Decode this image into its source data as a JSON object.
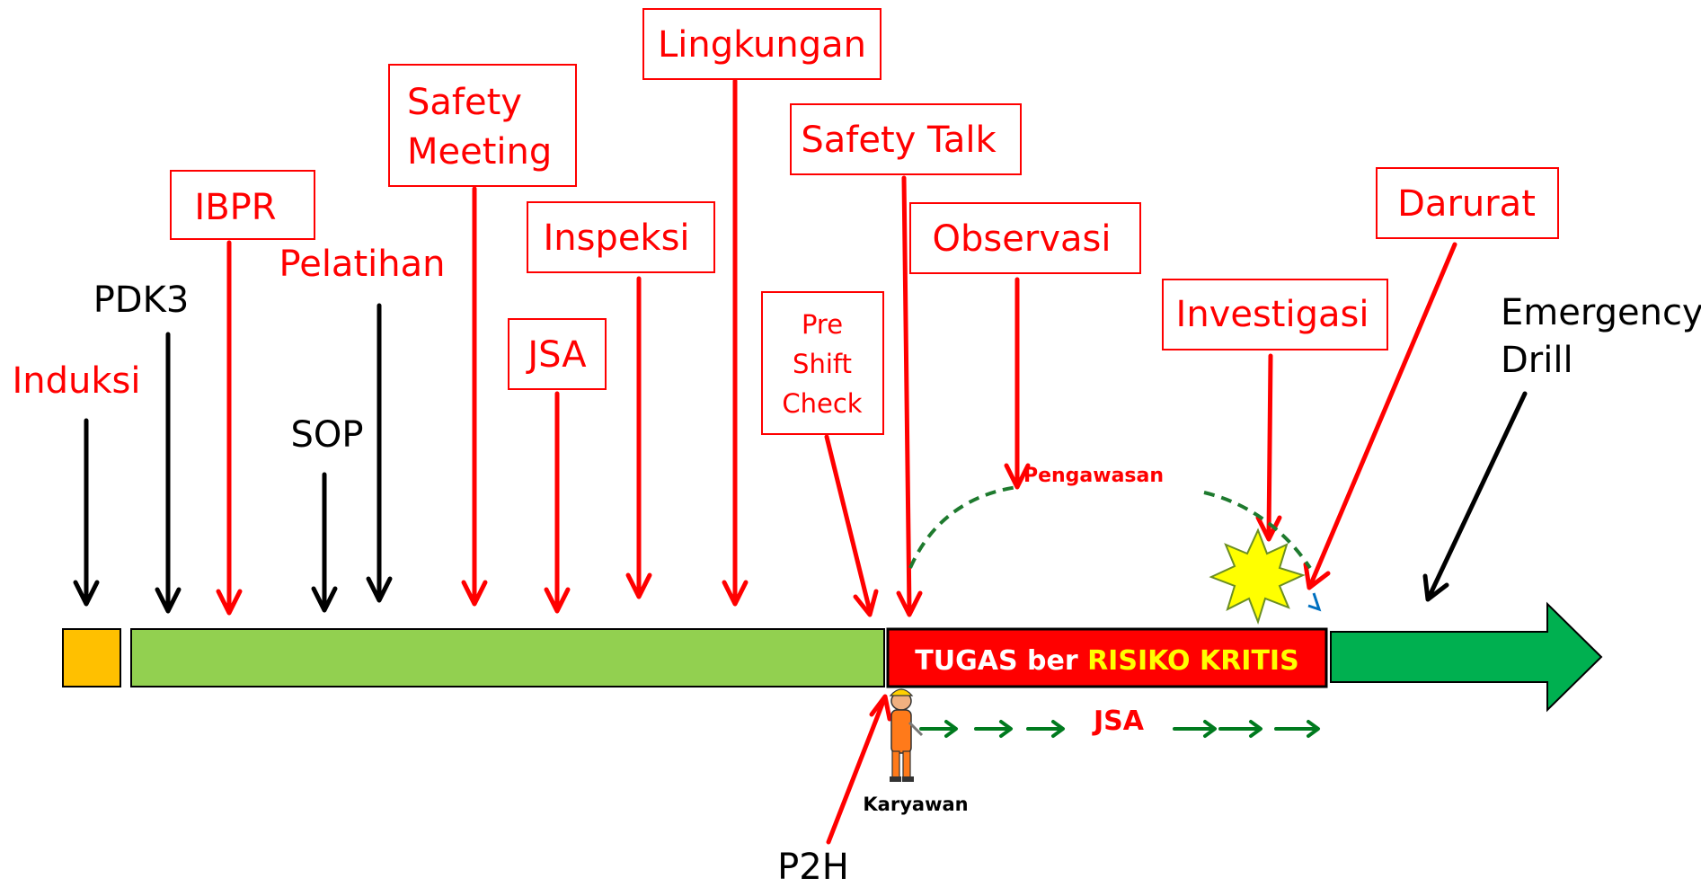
{
  "colors": {
    "red": "#ff0000",
    "black": "#000000",
    "green_dark": "#007a1e",
    "start_box": "#ffc000",
    "pre_bar": "#92d050",
    "risk_bar": "#ff0000",
    "post_arrow": "#00b050",
    "highlight_yellow": "#ffff00",
    "blue_mark": "#0070c0"
  },
  "labels": {
    "induksi": "Induksi",
    "pdk3": "PDK3",
    "ibpr": "IBPR",
    "pelatihan": "Pelatihan",
    "sop": "SOP",
    "safety_meeting_line1": "Safety",
    "safety_meeting_line2": "Meeting",
    "inspeksi": "Inspeksi",
    "jsa": "JSA",
    "lingkungan": "Lingkungan",
    "pre_shift_line1": "Pre",
    "pre_shift_line2": "Shift",
    "pre_shift_line3": "Check",
    "safety_talk": "Safety Talk",
    "observasi": "Observasi",
    "pengawasan": "Pengawasan",
    "investigasi": "Investigasi",
    "darurat": "Darurat",
    "emergency_line1": "Emergency",
    "emergency_line2": "Drill",
    "task_part1": "TUGAS ber ",
    "task_part2": "RISIKO KRITIS",
    "jsa_flow": "JSA",
    "karyawan": "Karyawan",
    "p2h": "P2H"
  }
}
